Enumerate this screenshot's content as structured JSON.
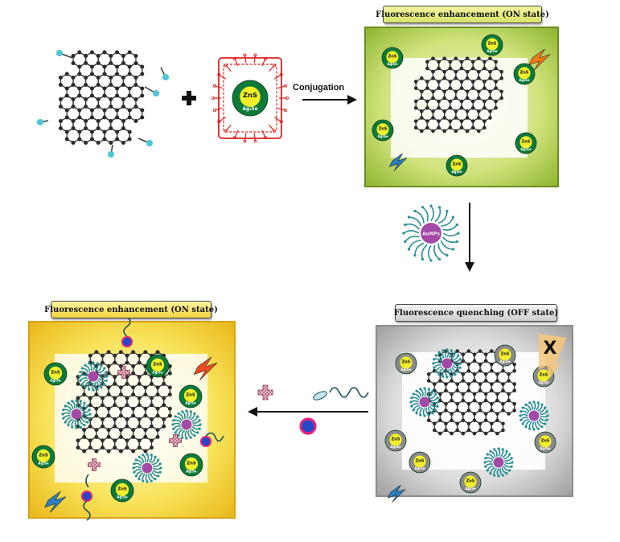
{
  "labels": {
    "on_state_top": "Fluorescence enhancement (ON state)",
    "off_state": "Fluorescence quenching (OFF state)",
    "on_state_bottom": "Fluorescence enhancement (ON state)",
    "conjugation": "Conjugation",
    "qd_core": "ZnS",
    "qd_shell": "Ag₂Se",
    "gold_np": "AuNPs",
    "quench_mark": "X"
  },
  "colors": {
    "graphene_bond": "#3a3a3a",
    "graphene_atom": "#2b2b2b",
    "terminal_atom": "#4fc6d6",
    "qd_shell_on": "#0d7a3a",
    "qd_core": "#f2ef2a",
    "qd_shell_off": "#8a8a8a",
    "polymer_red": "#e02020",
    "frame_green": "#9dc23a",
    "frame_gray": "#bdbdbd",
    "frame_yellow": "#f0c925",
    "aunp_core": "#a34aa8",
    "aunp_ligand": "#2a8f95",
    "target_pink": "#d99bb0",
    "antigen_blue": "#2348c9",
    "antigen_ring": "#e2247b",
    "lightning_orange": "#f07a17",
    "lightning_blue": "#2a7fc0"
  },
  "icons": [
    "plus-icon",
    "arrow-right-icon",
    "arrow-down-icon",
    "arrow-left-icon",
    "lightning-icon",
    "cross-target-icon",
    "antigen-icon",
    "antibody-strand-icon"
  ]
}
